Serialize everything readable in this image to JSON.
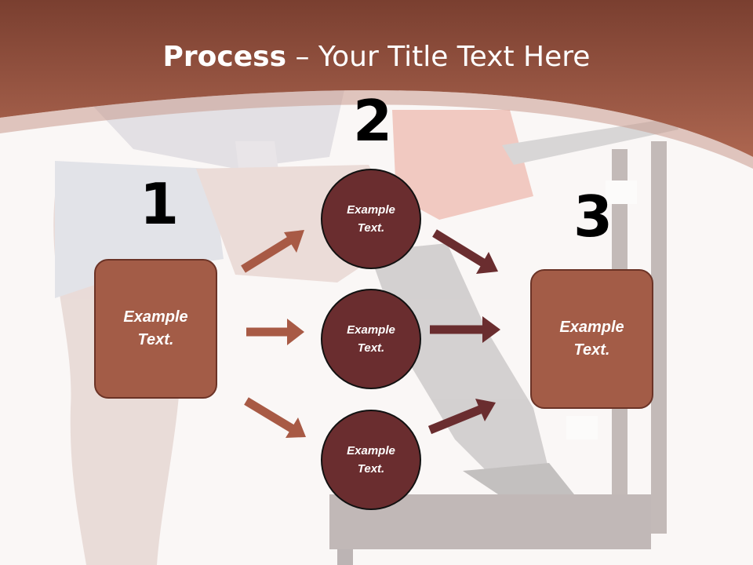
{
  "slide": {
    "title_bold": "Process",
    "title_rest": " – Your Title Text Here"
  },
  "steps": {
    "step1_number": "1",
    "step2_number": "2",
    "step3_number": "3"
  },
  "nodes": {
    "left_box_text": "Example\nText.",
    "circle_top_text": "Example\nText.",
    "circle_mid_text": "Example\nText.",
    "circle_bottom_text": "Example\nText.",
    "right_box_text": "Example\nText."
  },
  "colors": {
    "header_band": "#9e5444",
    "box_fill": "#a35c47",
    "circle_fill": "#6a2d2f",
    "arrow_light": "#a85a45",
    "arrow_dark": "#6a2d2f"
  }
}
